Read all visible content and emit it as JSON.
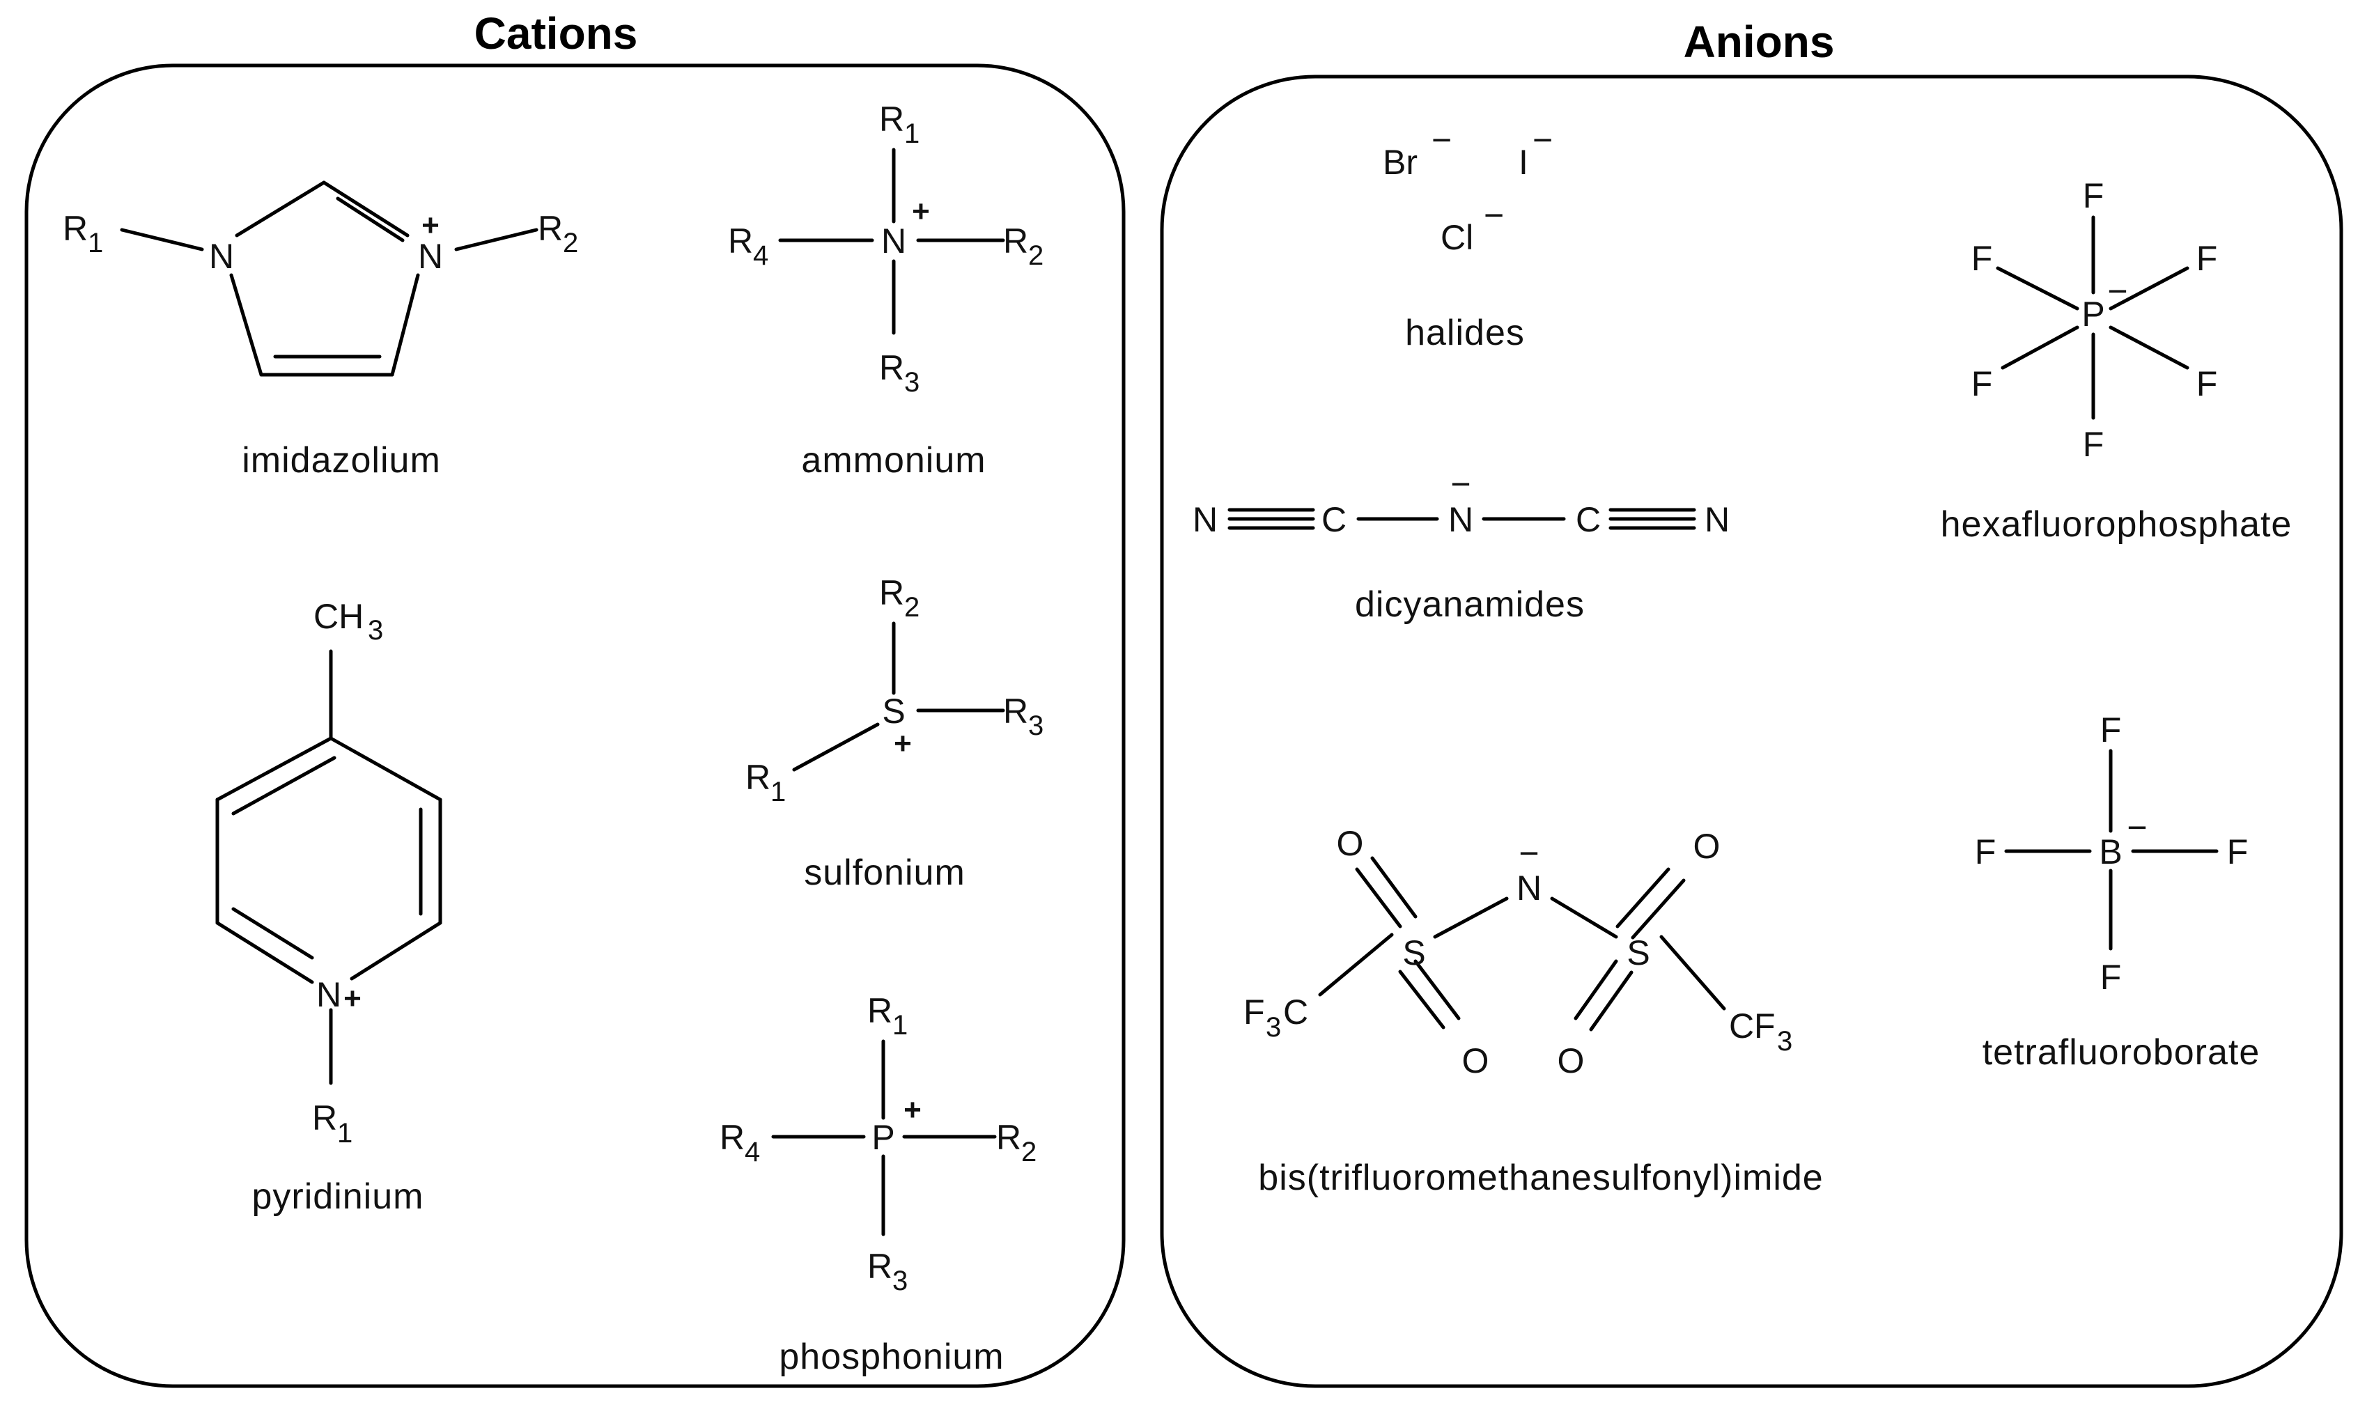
{
  "cations": {
    "heading": "Cations",
    "imidazolium": {
      "name": "imidazolium",
      "n1": "N",
      "n3": "N",
      "charge": "+",
      "r1": "R",
      "r1_sub": "1",
      "r2": "R",
      "r2_sub": "2"
    },
    "ammonium": {
      "name": "ammonium",
      "center": "N",
      "charge": "+",
      "r": "R",
      "s1": "1",
      "s2": "2",
      "s3": "3",
      "s4": "4"
    },
    "pyridinium": {
      "name": "pyridinium",
      "methyl": "CH",
      "methyl_sub": "3",
      "n": "N",
      "charge": "+",
      "r1": "R",
      "r1_sub": "1"
    },
    "sulfonium": {
      "name": "sulfonium",
      "center": "S",
      "charge": "+",
      "r": "R",
      "s1": "1",
      "s2": "2",
      "s3": "3"
    },
    "phosphonium": {
      "name": "phosphonium",
      "center": "P",
      "charge": "+",
      "r": "R",
      "s1": "1",
      "s2": "2",
      "s3": "3",
      "s4": "4"
    }
  },
  "anions": {
    "heading": "Anions",
    "halides": {
      "name": "halides",
      "br": "Br",
      "i": "I",
      "cl": "Cl",
      "minus": "−"
    },
    "hexafluorophosphate": {
      "name": "hexafluorophosphate",
      "center": "P",
      "f": "F",
      "minus": "−"
    },
    "dicyanamides": {
      "name": "dicyanamides",
      "n": "N",
      "c": "C",
      "minus": "−"
    },
    "tetrafluoroborate": {
      "name": "tetrafluoroborate",
      "center": "B",
      "f": "F",
      "minus": "−"
    },
    "bistriflimide": {
      "name": "bis(trifluoromethanesulfonyl)imide",
      "s": "S",
      "o": "O",
      "n": "N",
      "c": "C",
      "f": "F",
      "f_sub": "3",
      "minus": "−"
    }
  }
}
